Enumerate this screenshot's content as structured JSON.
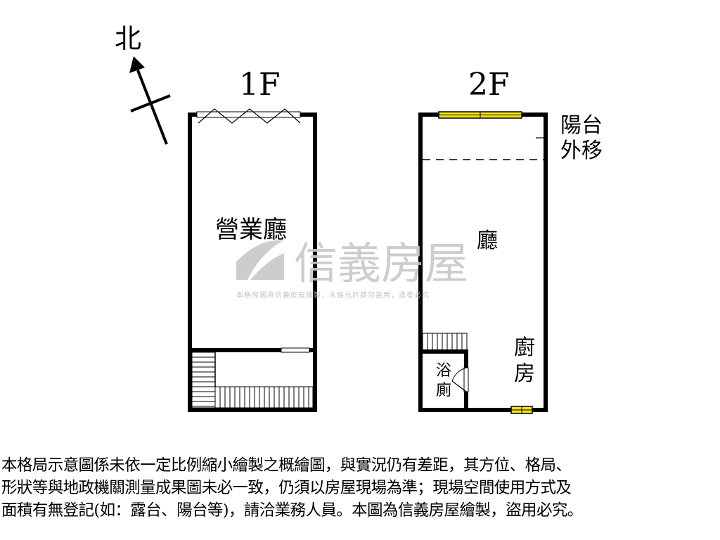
{
  "compass": {
    "north_label": "北"
  },
  "floors": [
    {
      "title": "1F",
      "rooms": [
        {
          "name": "營業廳"
        }
      ]
    },
    {
      "title": "2F",
      "rooms": [
        {
          "name": "廳"
        },
        {
          "name_line1": "廚",
          "name_line2": "房"
        },
        {
          "name_line1": "浴",
          "name_line2": "廁"
        }
      ],
      "note_line1": "陽台",
      "note_line2": "外移"
    }
  ],
  "watermark": {
    "brand": "信義房屋",
    "caption": "本格局圖為信義房屋繪製，未經允許請勿盜用，違者必究"
  },
  "disclaimer": "本格局示意圖係未依一定比例縮小繪製之概繪圖，與實況仍有差距，其方位、格局、\n形狀等與地政機關測量成果圖未必一致，仍須以房屋現場為準；現場空間使用方式及\n面積有無登記(如：露台、陽台等)，請洽業務人員。本圖為信義房屋繪製，盜用必究。",
  "colors": {
    "window": "#f2e41a",
    "watermark": "#c8c8c8"
  }
}
